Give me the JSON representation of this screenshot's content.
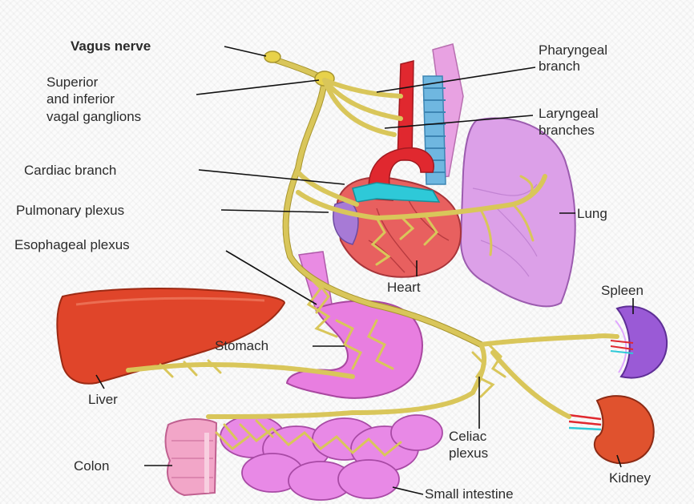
{
  "labels": {
    "vagus_nerve": "Vagus nerve",
    "pharyngeal_branch_1": "Pharyngeal",
    "pharyngeal_branch_2": "branch",
    "ganglions_1": "Superior",
    "ganglions_2": "and inferior",
    "ganglions_3": "vagal ganglions",
    "laryngeal_1": "Laryngeal",
    "laryngeal_2": "branches",
    "cardiac_branch": "Cardiac branch",
    "pulmonary_plexus": "Pulmonary plexus",
    "lung": "Lung",
    "esophageal_plexus": "Esophageal plexus",
    "heart": "Heart",
    "spleen": "Spleen",
    "stomach": "Stomach",
    "liver": "Liver",
    "celiac_1": "Celiac",
    "celiac_2": "plexus",
    "colon": "Colon",
    "kidney": "Kidney",
    "small_intestine": "Small intestine"
  },
  "colors": {
    "nerve": "#d9c65a",
    "liver": "#e0452a",
    "lung": "#d68fe0",
    "heart": "#e8605f",
    "aorta": "#e0282f",
    "pulmonary_artery": "#2ec9d8",
    "stomach": "#e87ee0",
    "spleen": "#9a5ad6",
    "kidney": "#e0522e",
    "colon": "#f2a6c8",
    "small_intestine": "#e889e6"
  }
}
